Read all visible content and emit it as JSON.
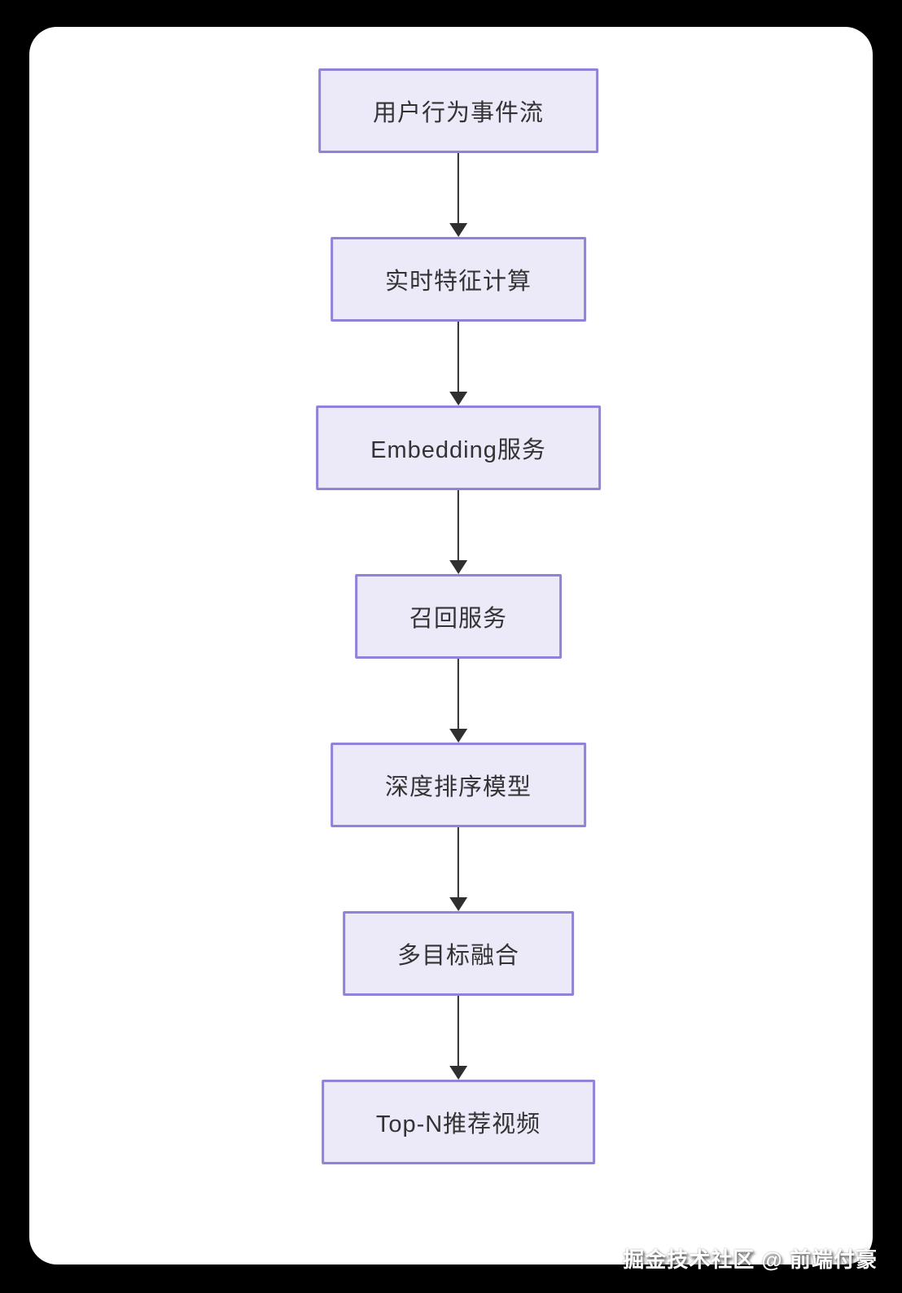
{
  "page": {
    "background_color": "#000000",
    "card_background_color": "#ffffff"
  },
  "flowchart": {
    "type": "vertical-flow",
    "node_fill_color": "#ece9f9",
    "node_border_color": "#8f82d8",
    "node_text_color": "#333333",
    "arrow_color": "#2f2f2f",
    "nodes": [
      {
        "id": "user-behavior-event-stream",
        "label": "用户行为事件流"
      },
      {
        "id": "realtime-feature-computation",
        "label": "实时特征计算"
      },
      {
        "id": "embedding-service",
        "label": "Embedding服务"
      },
      {
        "id": "recall-service",
        "label": "召回服务"
      },
      {
        "id": "deep-ranking-model",
        "label": "深度排序模型"
      },
      {
        "id": "multi-objective-fusion",
        "label": "多目标融合"
      },
      {
        "id": "top-n-recommended-videos",
        "label": "Top-N推荐视频"
      }
    ],
    "edges": [
      {
        "from": "用户行为事件流",
        "to": "实时特征计算"
      },
      {
        "from": "实时特征计算",
        "to": "Embedding服务"
      },
      {
        "from": "Embedding服务",
        "to": "召回服务"
      },
      {
        "from": "召回服务",
        "to": "深度排序模型"
      },
      {
        "from": "深度排序模型",
        "to": "多目标融合"
      },
      {
        "from": "多目标融合",
        "to": "Top-N推荐视频"
      }
    ]
  },
  "watermark": {
    "text": "掘金技术社区 @ 前端付豪"
  }
}
